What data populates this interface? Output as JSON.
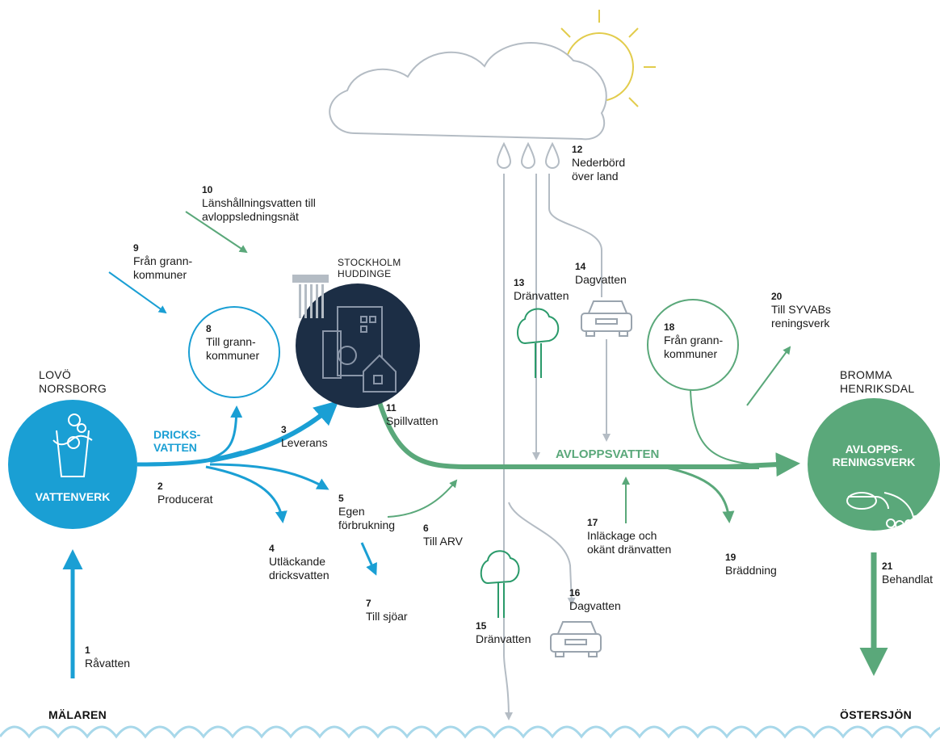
{
  "colors": {
    "blue": "#1a9fd4",
    "green": "#5aa87a",
    "grey": "#b4bcc4",
    "navy": "#1c2e45",
    "sun": "#e2cc4c",
    "cloud_stroke": "#b4bcc4",
    "text": "#1a1a1a"
  },
  "places": {
    "lovo": "LOVÖ\nNORSBORG",
    "stockholm": "STOCKHOLM\nHUDDINGE",
    "bromma": "BROMMA\nHENRIKSDAL",
    "malaren": "MÄLAREN",
    "ostersjon": "ÖSTERSJÖN"
  },
  "circles": {
    "vattenverk": "VATTENVERK",
    "avlopp": "AVLOPPS-\nRENINGSVERK",
    "till_grann": "Till grann-\nkommuner",
    "fran_grann": "Från grann-\nkommuner"
  },
  "flow_labels": {
    "dricksvatten": "DRICKS-\nVATTEN",
    "avloppsvatten": "AVLOPPSVATTEN"
  },
  "items": [
    {
      "num": "1",
      "text": "Råvatten"
    },
    {
      "num": "2",
      "text": "Producerat"
    },
    {
      "num": "3",
      "text": "Leverans"
    },
    {
      "num": "4",
      "text": "Utläckande\ndricksvatten"
    },
    {
      "num": "5",
      "text": "Egen\nförbrukning"
    },
    {
      "num": "6",
      "text": "Till ARV"
    },
    {
      "num": "7",
      "text": "Till sjöar"
    },
    {
      "num": "8",
      "text": ""
    },
    {
      "num": "9",
      "text": "Från grann-\nkommuner"
    },
    {
      "num": "10",
      "text": "Länshållningsvatten till\navloppsledningsnät"
    },
    {
      "num": "11",
      "text": "Spillvatten"
    },
    {
      "num": "12",
      "text": "Nederbörd\növer land"
    },
    {
      "num": "13",
      "text": "Dränvatten"
    },
    {
      "num": "14",
      "text": "Dagvatten"
    },
    {
      "num": "15",
      "text": "Dränvatten"
    },
    {
      "num": "16",
      "text": "Dagvatten"
    },
    {
      "num": "17",
      "text": "Inläckage och\nokänt dränvatten"
    },
    {
      "num": "18",
      "text": ""
    },
    {
      "num": "19",
      "text": "Bräddning"
    },
    {
      "num": "20",
      "text": "Till SYVABs\nreningsverk"
    },
    {
      "num": "21",
      "text": "Behandlat"
    }
  ],
  "icons": [
    "cloud-icon",
    "sun-icon",
    "raindrop-icon",
    "tree-icon",
    "car-icon",
    "building-icon",
    "house-icon",
    "shower-icon",
    "water-glass-icon",
    "outlet-pipe-icon",
    "wave-icon"
  ]
}
